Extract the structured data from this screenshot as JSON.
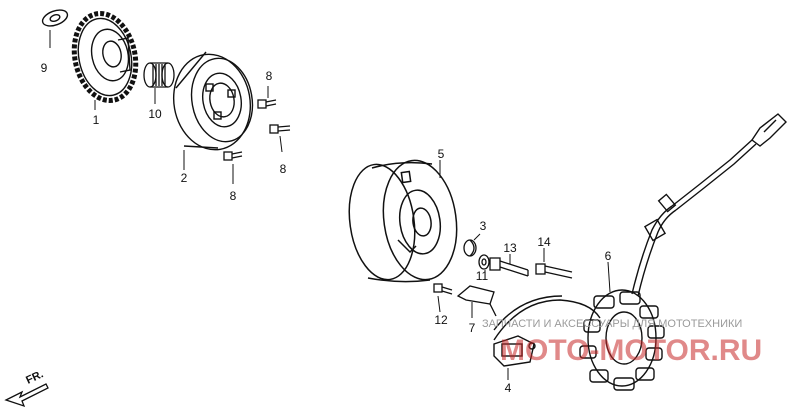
{
  "callouts": [
    {
      "id": "1",
      "text": "1"
    },
    {
      "id": "2",
      "text": "2"
    },
    {
      "id": "3",
      "text": "3"
    },
    {
      "id": "4",
      "text": "4"
    },
    {
      "id": "5",
      "text": "5"
    },
    {
      "id": "6",
      "text": "6"
    },
    {
      "id": "7",
      "text": "7"
    },
    {
      "id": "8a",
      "text": "8"
    },
    {
      "id": "8b",
      "text": "8"
    },
    {
      "id": "8c",
      "text": "8"
    },
    {
      "id": "9",
      "text": "9"
    },
    {
      "id": "10",
      "text": "10"
    },
    {
      "id": "11",
      "text": "11"
    },
    {
      "id": "12",
      "text": "12"
    },
    {
      "id": "13",
      "text": "13"
    },
    {
      "id": "14",
      "text": "14"
    }
  ],
  "direction_marker": "FR.",
  "watermark": {
    "line1": "ЗАПЧАСТИ И АКСЕССУАРЫ ДЛЯ МОТОТЕХНИКИ",
    "line2": "MOTO-MOTOR.RU",
    "accent_color": "#c62828"
  }
}
